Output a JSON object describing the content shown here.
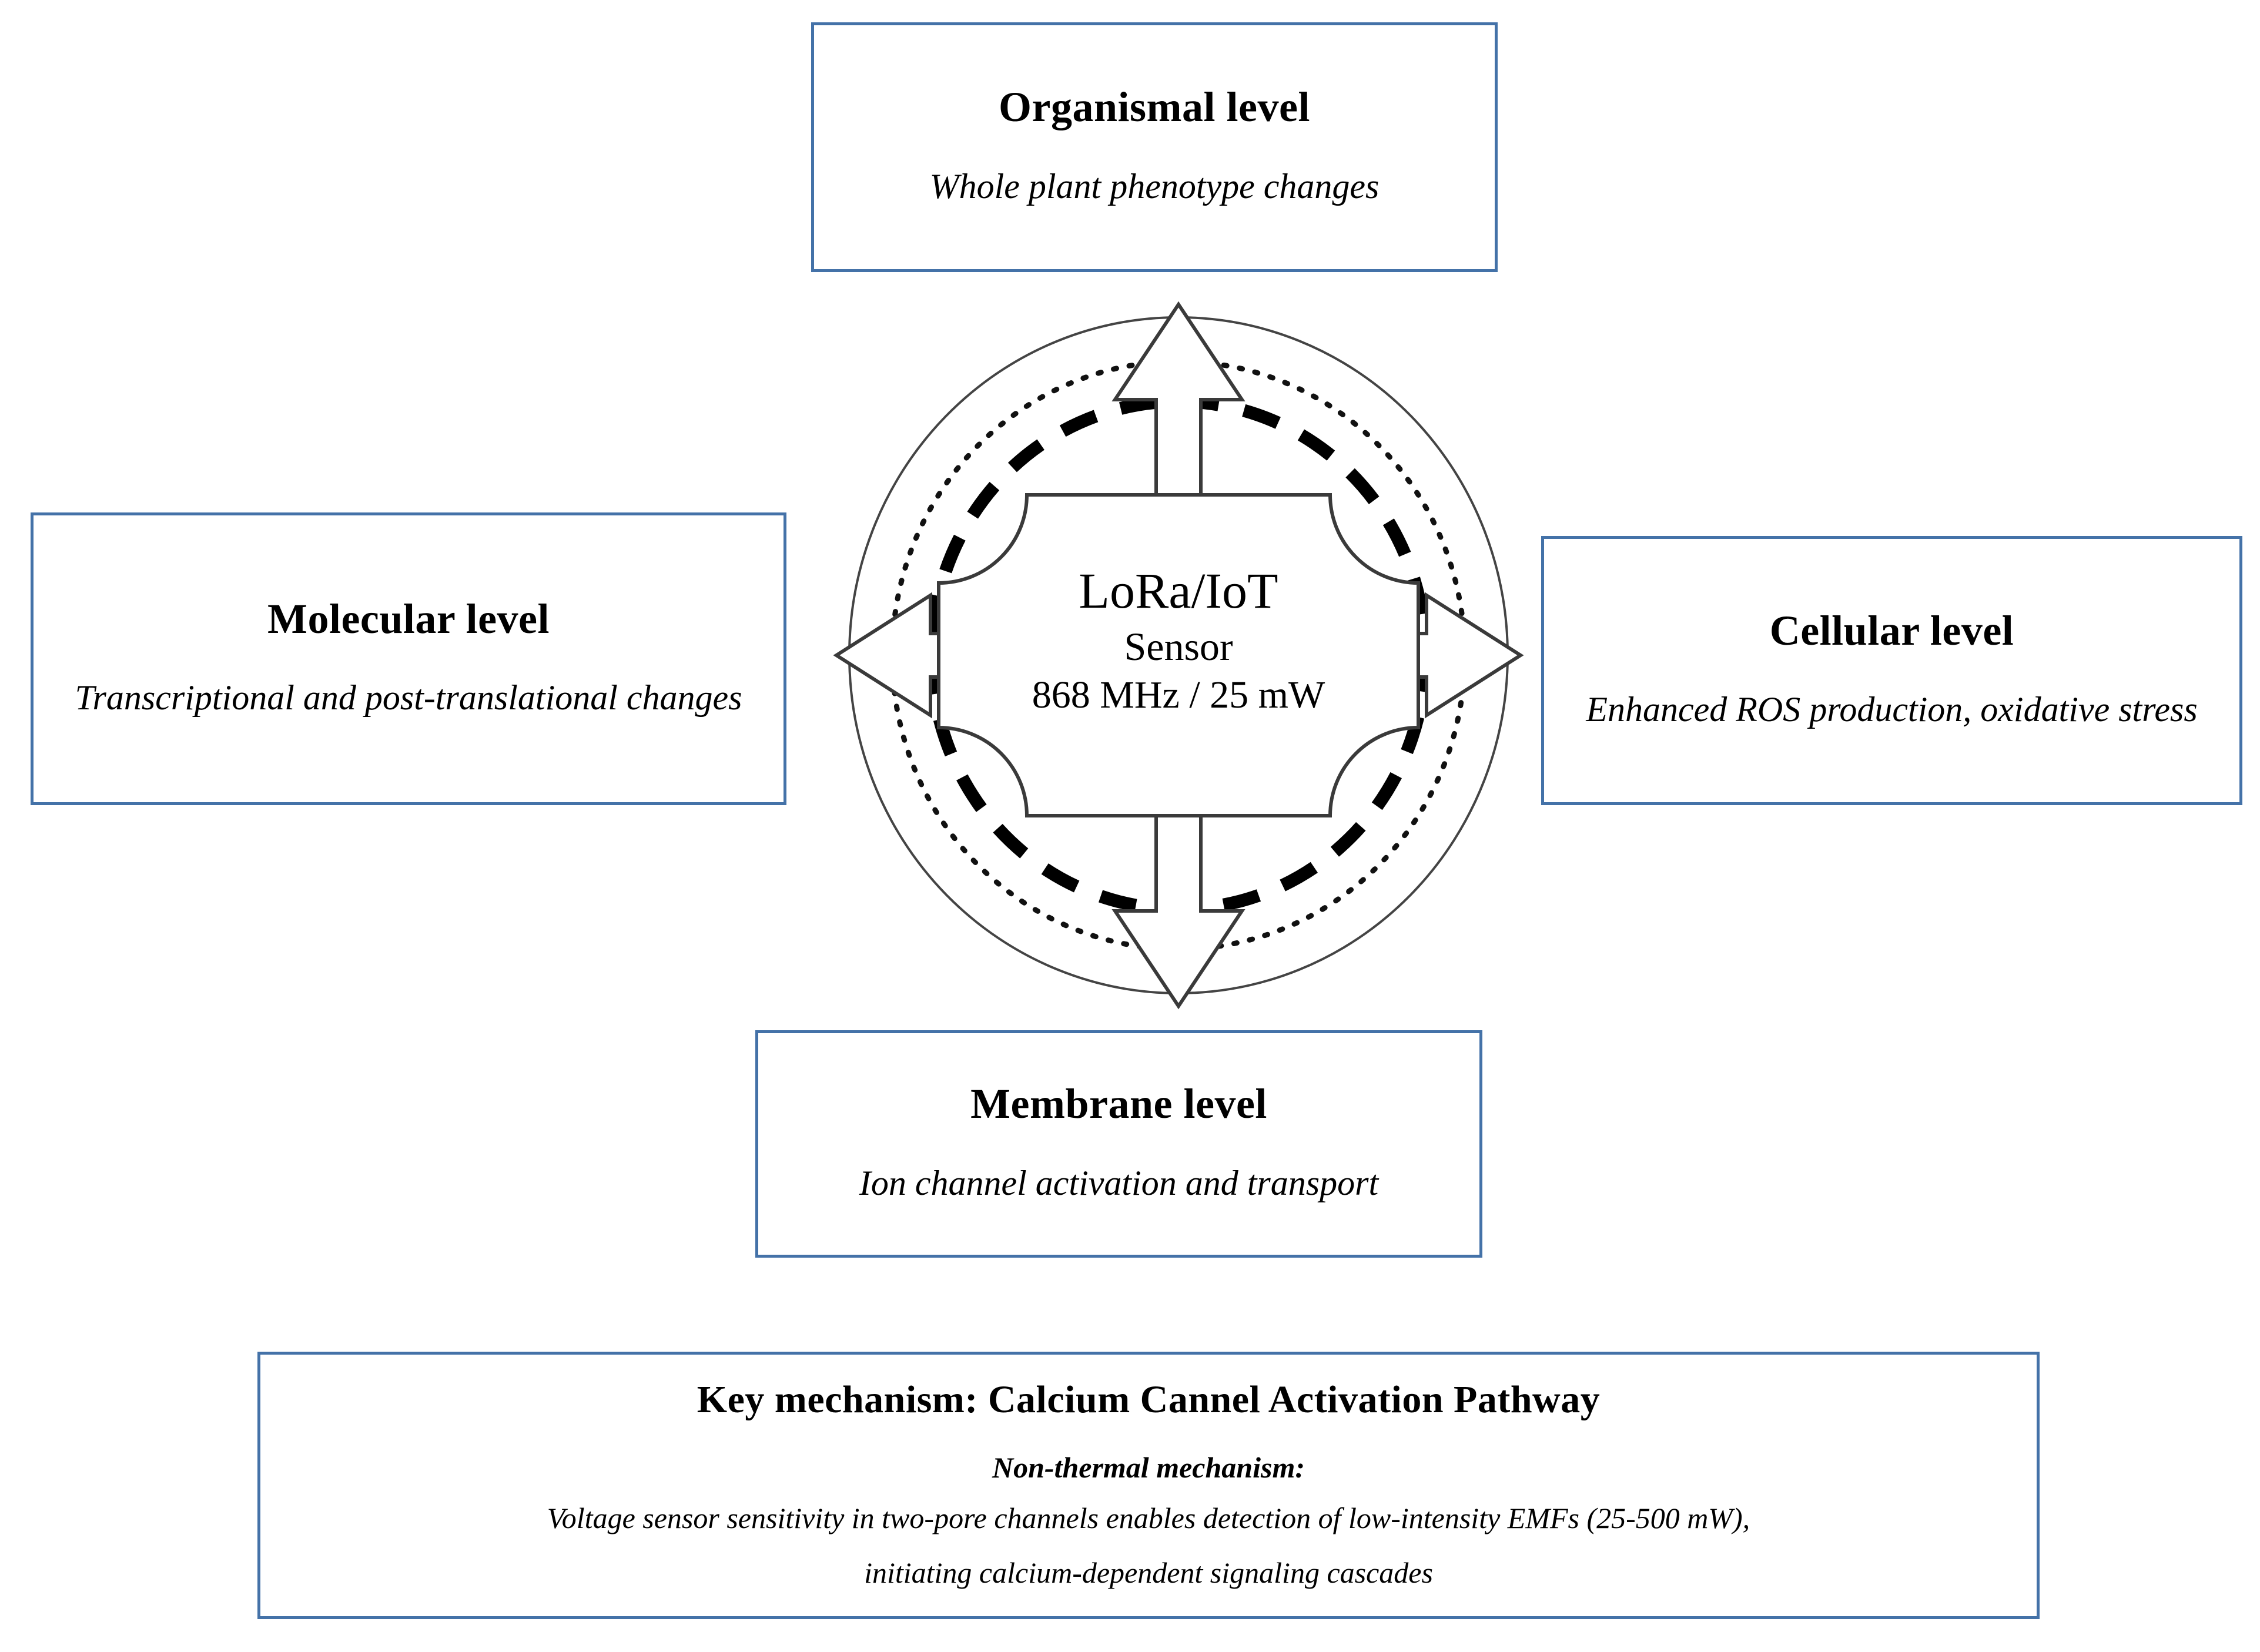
{
  "diagram": {
    "levels": [
      {
        "id": "organismal",
        "title": "Organismal level",
        "desc": "Whole plant phenotype changes",
        "position": "top"
      },
      {
        "id": "molecular",
        "title": "Molecular level",
        "desc": "Transcriptional and post-translational changes",
        "position": "left"
      },
      {
        "id": "cellular",
        "title": "Cellular level",
        "desc": "Enhanced ROS production, oxidative stress",
        "position": "right"
      },
      {
        "id": "membrane",
        "title": "Membrane level",
        "desc": "Ion channel activation and transport",
        "position": "bottom"
      }
    ],
    "center": {
      "line1": "LoRa/IoT",
      "line2": "Sensor",
      "line3": "868 MHz / 25 mW"
    },
    "mechanism": {
      "title": "Key mechanism: Calcium Cannel Activation Pathway",
      "subtitle": "Non-thermal mechanism:",
      "line1": "Voltage sensor sensitivity in two-pore channels enables detection of low-intensity EMFs (25-500 mW),",
      "line2": "initiating calcium-dependent signaling cascades"
    },
    "colors": {
      "box_border": "#4472a8",
      "stroke": "#333333",
      "background": "#ffffff"
    },
    "arrows": [
      "arrow-up",
      "arrow-right",
      "arrow-down",
      "arrow-left"
    ],
    "waves": [
      "outer-solid-circle",
      "middle-dotted-circle",
      "inner-dashed-circle"
    ]
  }
}
